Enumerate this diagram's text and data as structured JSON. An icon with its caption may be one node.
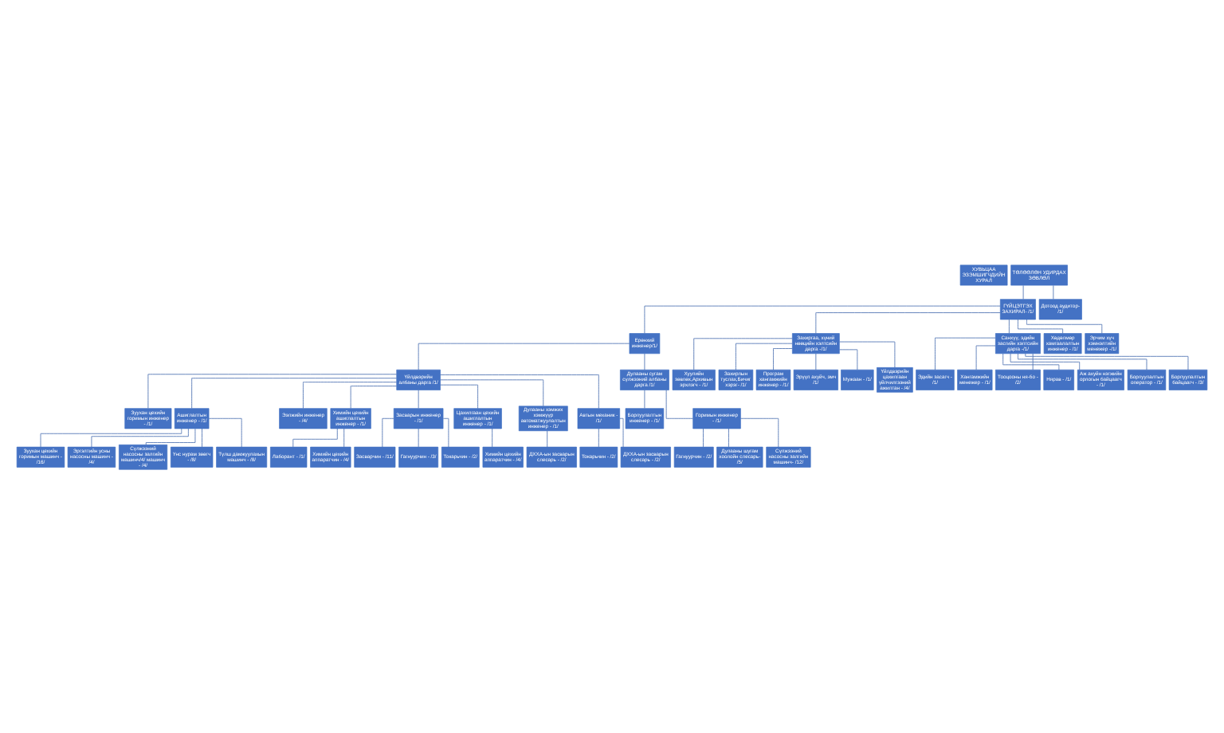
{
  "diagram": {
    "nodes": [
      {
        "text": [
          "ХУВЬЦАА ЭЗЭМШИГЧДИЙН ХУРАЛ"
        ]
      },
      {
        "text": [
          "ТӨЛӨӨЛӨН УДИРДАХ ЗӨВЛӨЛ"
        ]
      },
      {
        "text": [
          "ГҮЙЦЭТГЭХ ЗАХИРАЛ- /1/"
        ]
      },
      {
        "text": [
          "Ерөнхий инженер/1/"
        ]
      },
      {
        "text": [
          "Захиргаа, хүний нөөцийн хэлтсийн дарга -/1/"
        ]
      },
      {
        "text": [
          "Санхүү, эдийн засгийн хэлтсийн дарга -/1/"
        ]
      },
      {
        "text": [
          "Үйлдвэрийн албаны дарга /1/"
        ]
      },
      {
        "text": [
          "Дулааны сугам сүлжээний албаны дарга /1/"
        ]
      },
      {
        "text": [
          "Хөдөлмөр хамгаалалтын инженер - /1/"
        ]
      },
      {
        "text": [
          "Эрчим хүч хэмнэлтийн менежер -/1/"
        ]
      },
      {
        "text": [
          "Дотоод аудитор- /1/"
        ]
      },
      {
        "text": [
          "Хуулийн зөвлөх,Архивын эрхлэгч - /1/"
        ]
      },
      {
        "text": [
          "Захирлын туслах,Бичиг хэрэг- /1/"
        ]
      },
      {
        "text": [
          "Програм хангамжийн инженер - /1/"
        ]
      },
      {
        "text": [
          "Эрүүл ахуйч, эмч /1/"
        ]
      },
      {
        "text": [
          "Мужаан - /1/"
        ]
      },
      {
        "text": [
          "Үйлдвэрийн цахилгаан үйлчилгээний ажилтан - /4/"
        ]
      },
      {
        "text": [
          "Эдийн засагч - /1/"
        ]
      },
      {
        "text": [
          "Хангамжийн менежер - /1/"
        ]
      },
      {
        "text": [
          "Тооцооны ня-бо - /2/"
        ]
      },
      {
        "text": [
          "Нярав - /1/"
        ]
      },
      {
        "text": [
          "Аж ахуйн нэгжийн орлогын байцаагч - /1/"
        ]
      },
      {
        "text": [
          "Борлуулалтын оператор - /1/"
        ]
      },
      {
        "text": [
          "Борлуулалтын байцаагч - /3/"
        ]
      },
      {
        "text": [
          "Зуухан цехийн горимын инженер - /1/"
        ]
      },
      {
        "text": [
          "Ашиглалтын инженер - /1/"
        ]
      },
      {
        "text": [
          "Ээлжийн инженер - /4/"
        ]
      },
      {
        "text": [
          "Химийн цехийн ашиглалтын инженер - /1/"
        ]
      },
      {
        "text": [
          "Засварын инженер - /1/"
        ]
      },
      {
        "text": [
          "Цахилгаан цехийн ашиглалтын инженер - /1/"
        ]
      },
      {
        "text": [
          "Дулааны хэмжих хэмжүүр автоматжуулалтын инженер - /1/"
        ]
      },
      {
        "text": [
          "Автын механик - /1/"
        ]
      },
      {
        "text": [
          "Борлуулалтын инженер - /1/"
        ]
      },
      {
        "text": [
          "Горимын инженер - /1/"
        ]
      },
      {
        "text": [
          "Зуухан цехийн горимын машинч - /16/"
        ]
      },
      {
        "text": [
          "Эргэлтийн усны насосны машинч - /4/"
        ]
      },
      {
        "text": [
          "Сүлжээний насосны залгийн машинч/4/ машинч - /4/"
        ]
      },
      {
        "text": [
          "Үнс нурам зөөгч - /8/"
        ]
      },
      {
        "text": [
          "Түлш дамжуулахын машинч - /8/"
        ]
      },
      {
        "text": [
          "Лаборант - /1/"
        ]
      },
      {
        "text": [
          "Химийн цехийн аппаратчин - /4/"
        ]
      },
      {
        "text": [
          "Засварчин - /11/"
        ]
      },
      {
        "text": [
          "Гагнуурчин - /3/"
        ]
      },
      {
        "text": [
          "Токарьчин - /2/"
        ]
      },
      {
        "text": [
          "Химийн цехийн аппаратчин - /4/"
        ]
      },
      {
        "text": [
          "ДХХА-ын засварын слесарь - /2/"
        ]
      },
      {
        "text": [
          "Токарьчин - /2/"
        ]
      },
      {
        "text": [
          "ДХХА-ын засварын слесарь - /2/"
        ]
      },
      {
        "text": [
          "Гагнуурчин - /2/"
        ]
      },
      {
        "text": [
          "Дулааны шугам хоолойн слесарь- /5/"
        ]
      },
      {
        "text": [
          "Сүлжээний насосны залгийн машинч- /12/"
        ]
      }
    ],
    "edges": [
      {
        "from": 1,
        "to": 2,
        "arrow": "none"
      },
      {
        "from": 1,
        "to": 10,
        "arrow": "none"
      },
      {
        "from": 2,
        "to": 4,
        "arrow": "none"
      },
      {
        "from": 2,
        "to": 5,
        "arrow": "none"
      },
      {
        "from": 2,
        "to": 3,
        "arrow": "none"
      },
      {
        "from": 2,
        "to": 8,
        "arrow": "none"
      },
      {
        "from": 2,
        "to": 9,
        "arrow": "none"
      },
      {
        "from": 3,
        "to": 6,
        "arrow": "none"
      },
      {
        "from": 3,
        "to": 7,
        "arrow": "none"
      },
      {
        "from": 4,
        "to": 11,
        "arrow": "none"
      },
      {
        "from": 4,
        "to": 12,
        "arrow": "none"
      },
      {
        "from": 4,
        "to": 13,
        "arrow": "none"
      },
      {
        "from": 4,
        "to": 14,
        "arrow": "none"
      },
      {
        "from": 4,
        "to": 15,
        "arrow": "none"
      },
      {
        "from": 4,
        "to": 16,
        "arrow": "none"
      },
      {
        "from": 5,
        "to": 17,
        "arrow": "none"
      },
      {
        "from": 5,
        "to": 18,
        "arrow": "none"
      },
      {
        "from": 5,
        "to": 19,
        "arrow": "none"
      },
      {
        "from": 5,
        "to": 20,
        "arrow": "none"
      },
      {
        "from": 5,
        "to": 21,
        "arrow": "none"
      },
      {
        "from": 5,
        "to": 22,
        "arrow": "none"
      },
      {
        "from": 5,
        "to": 23,
        "arrow": "none"
      },
      {
        "from": 6,
        "to": 24,
        "arrow": "none"
      },
      {
        "from": 6,
        "to": 25,
        "arrow": "none"
      },
      {
        "from": 6,
        "to": 26,
        "arrow": "none"
      },
      {
        "from": 6,
        "to": 27,
        "arrow": "none"
      },
      {
        "from": 6,
        "to": 28,
        "arrow": "none"
      },
      {
        "from": 6,
        "to": 29,
        "arrow": "none"
      },
      {
        "from": 6,
        "to": 30,
        "arrow": "none"
      },
      {
        "from": 6,
        "to": 31,
        "arrow": "none"
      },
      {
        "from": 7,
        "to": 32,
        "arrow": "none"
      },
      {
        "from": 7,
        "to": 33,
        "arrow": "none"
      },
      {
        "from": 25,
        "to": 34,
        "arrow": "none"
      },
      {
        "from": 25,
        "to": 35,
        "arrow": "none"
      },
      {
        "from": 25,
        "to": 36,
        "arrow": "none"
      },
      {
        "from": 25,
        "to": 37,
        "arrow": "none"
      },
      {
        "from": 25,
        "to": 38,
        "arrow": "none"
      },
      {
        "from": 27,
        "to": 39,
        "arrow": "none"
      },
      {
        "from": 27,
        "to": 40,
        "arrow": "none"
      },
      {
        "from": 28,
        "to": 41,
        "arrow": "none"
      },
      {
        "from": 28,
        "to": 42,
        "arrow": "none"
      },
      {
        "from": 28,
        "to": 43,
        "arrow": "none"
      },
      {
        "from": 29,
        "to": 44,
        "arrow": "none"
      },
      {
        "from": 30,
        "to": 45,
        "arrow": "none"
      },
      {
        "from": 31,
        "to": 46,
        "arrow": "none"
      },
      {
        "from": 31,
        "to": 47,
        "arrow": "none"
      },
      {
        "from": 33,
        "to": 48,
        "arrow": "none"
      },
      {
        "from": 33,
        "to": 49,
        "arrow": "none"
      },
      {
        "from": 33,
        "to": 50,
        "arrow": "none"
      }
    ]
  }
}
